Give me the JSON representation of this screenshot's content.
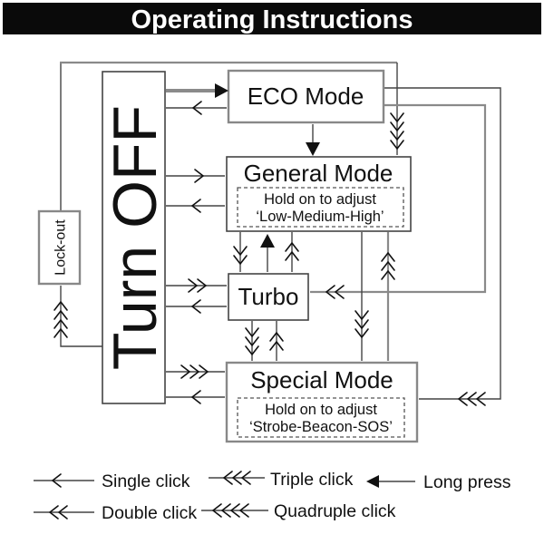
{
  "title": "Operating Instructions",
  "nodes": {
    "turn_off": "Turn OFF",
    "lock_out": "Lock-out",
    "eco": "ECO Mode",
    "general": "General Mode",
    "general_hint1": "Hold on to adjust",
    "general_hint2": "‘Low-Medium-High’",
    "turbo": "Turbo",
    "special": "Special Mode",
    "special_hint1": "Hold on to adjust",
    "special_hint2": "‘Strobe-Beacon-SOS’"
  },
  "legend": {
    "single": "Single click",
    "double": "Double click",
    "triple": "Triple click",
    "quadruple": "Quadruple click",
    "long_press": "Long press"
  },
  "colors": {
    "title_bar_bg": "#0a0a0a",
    "title_bar_text": "#ffffff",
    "line_dark": "#444444",
    "line_gray": "#8a8a8a",
    "chevron": "#111111",
    "box_border_gray": "#888888",
    "box_border_dark": "#444444",
    "background": "#ffffff"
  }
}
